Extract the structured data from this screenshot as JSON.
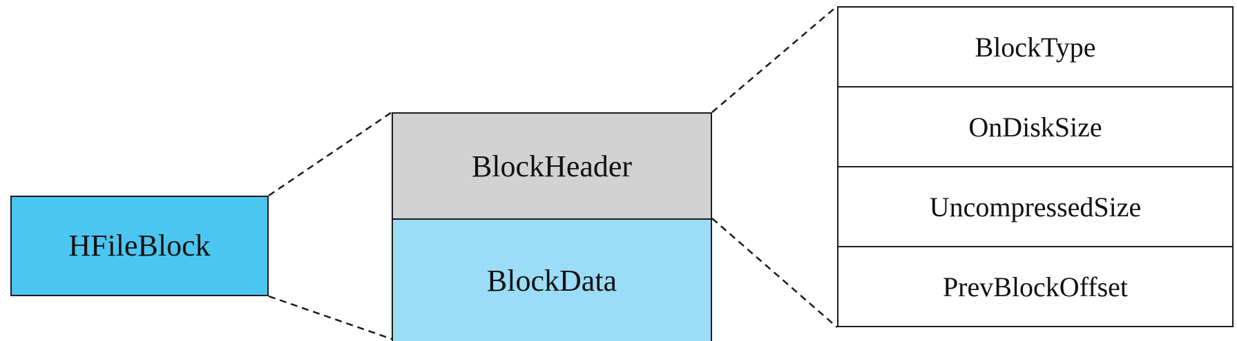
{
  "hfile_block": {
    "label": "HFileBlock",
    "color": "#4cc6f1"
  },
  "block": {
    "header_label": "BlockHeader",
    "header_color": "#d2d2d2",
    "data_label": "BlockData",
    "data_color": "#9bdcf6"
  },
  "header_fields": [
    {
      "label": "BlockType"
    },
    {
      "label": "OnDiskSize"
    },
    {
      "label": "UncompressedSize"
    },
    {
      "label": "PrevBlockOffset"
    }
  ]
}
